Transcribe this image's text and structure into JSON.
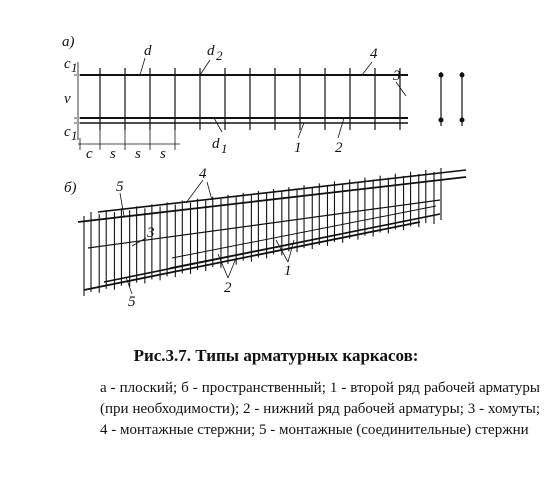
{
  "figure": {
    "part_a": {
      "label": "а)",
      "labels": {
        "d": "d",
        "d2": "d",
        "d2_sub": "2",
        "d1": "d",
        "d1_sub": "1",
        "n4": "4",
        "n3": "3",
        "n1": "1",
        "n2": "2",
        "v": "v",
        "c1_top": "c",
        "c1_top_sub": "1",
        "c1_bot": "c",
        "c1_bot_sub": "1",
        "c": "c",
        "s1": "s",
        "s2": "s",
        "s3": "s"
      }
    },
    "part_b": {
      "label": "б)",
      "labels": {
        "n5_top": "5",
        "n3": "3",
        "n4": "4",
        "n5_bot": "5",
        "n2": "2",
        "n1": "1"
      }
    }
  },
  "caption": {
    "title": "Рис.3.7. Типы арматурных каркасов:",
    "legend": "а - плоский; б - пространственный; 1 - второй ряд рабочей арматуры (при необходимости); 2 - нижний ряд рабочей арматуры; 3 - хомуты; 4 - монтажные стержни; 5 - монтажные (соединительные) стержни"
  }
}
